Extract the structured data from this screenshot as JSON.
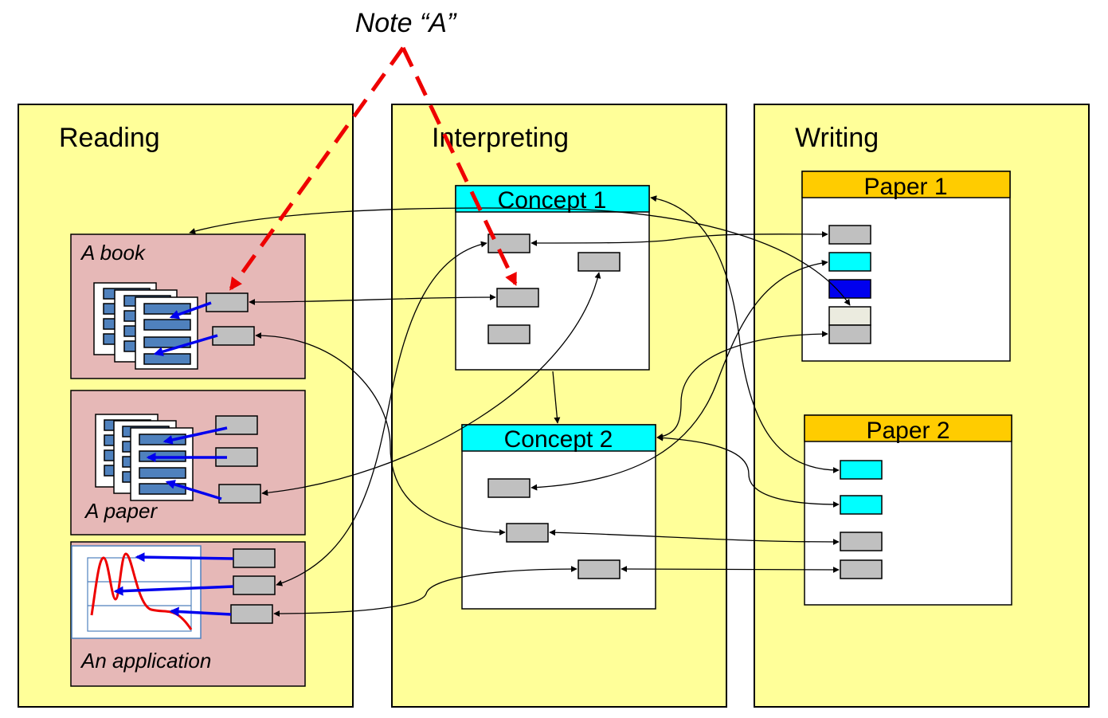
{
  "note": "Note “A”",
  "panels": {
    "reading": "Reading",
    "interpreting": "Interpreting",
    "writing": "Writing"
  },
  "sources": {
    "book": "A book",
    "paper": "A paper",
    "application": "An application"
  },
  "concepts": {
    "c1": "Concept 1",
    "c2": "Concept 2"
  },
  "papers": {
    "p1": "Paper 1",
    "p2": "Paper 2"
  },
  "colors": {
    "panel": "#ffff99",
    "source": "#e6b8b7",
    "concept_header": "#00ffff",
    "paper_header": "#ffcc00",
    "note_arrow": "#ee0000",
    "extract_arrow": "#0000ee",
    "snippet": "#c0c0c0"
  }
}
